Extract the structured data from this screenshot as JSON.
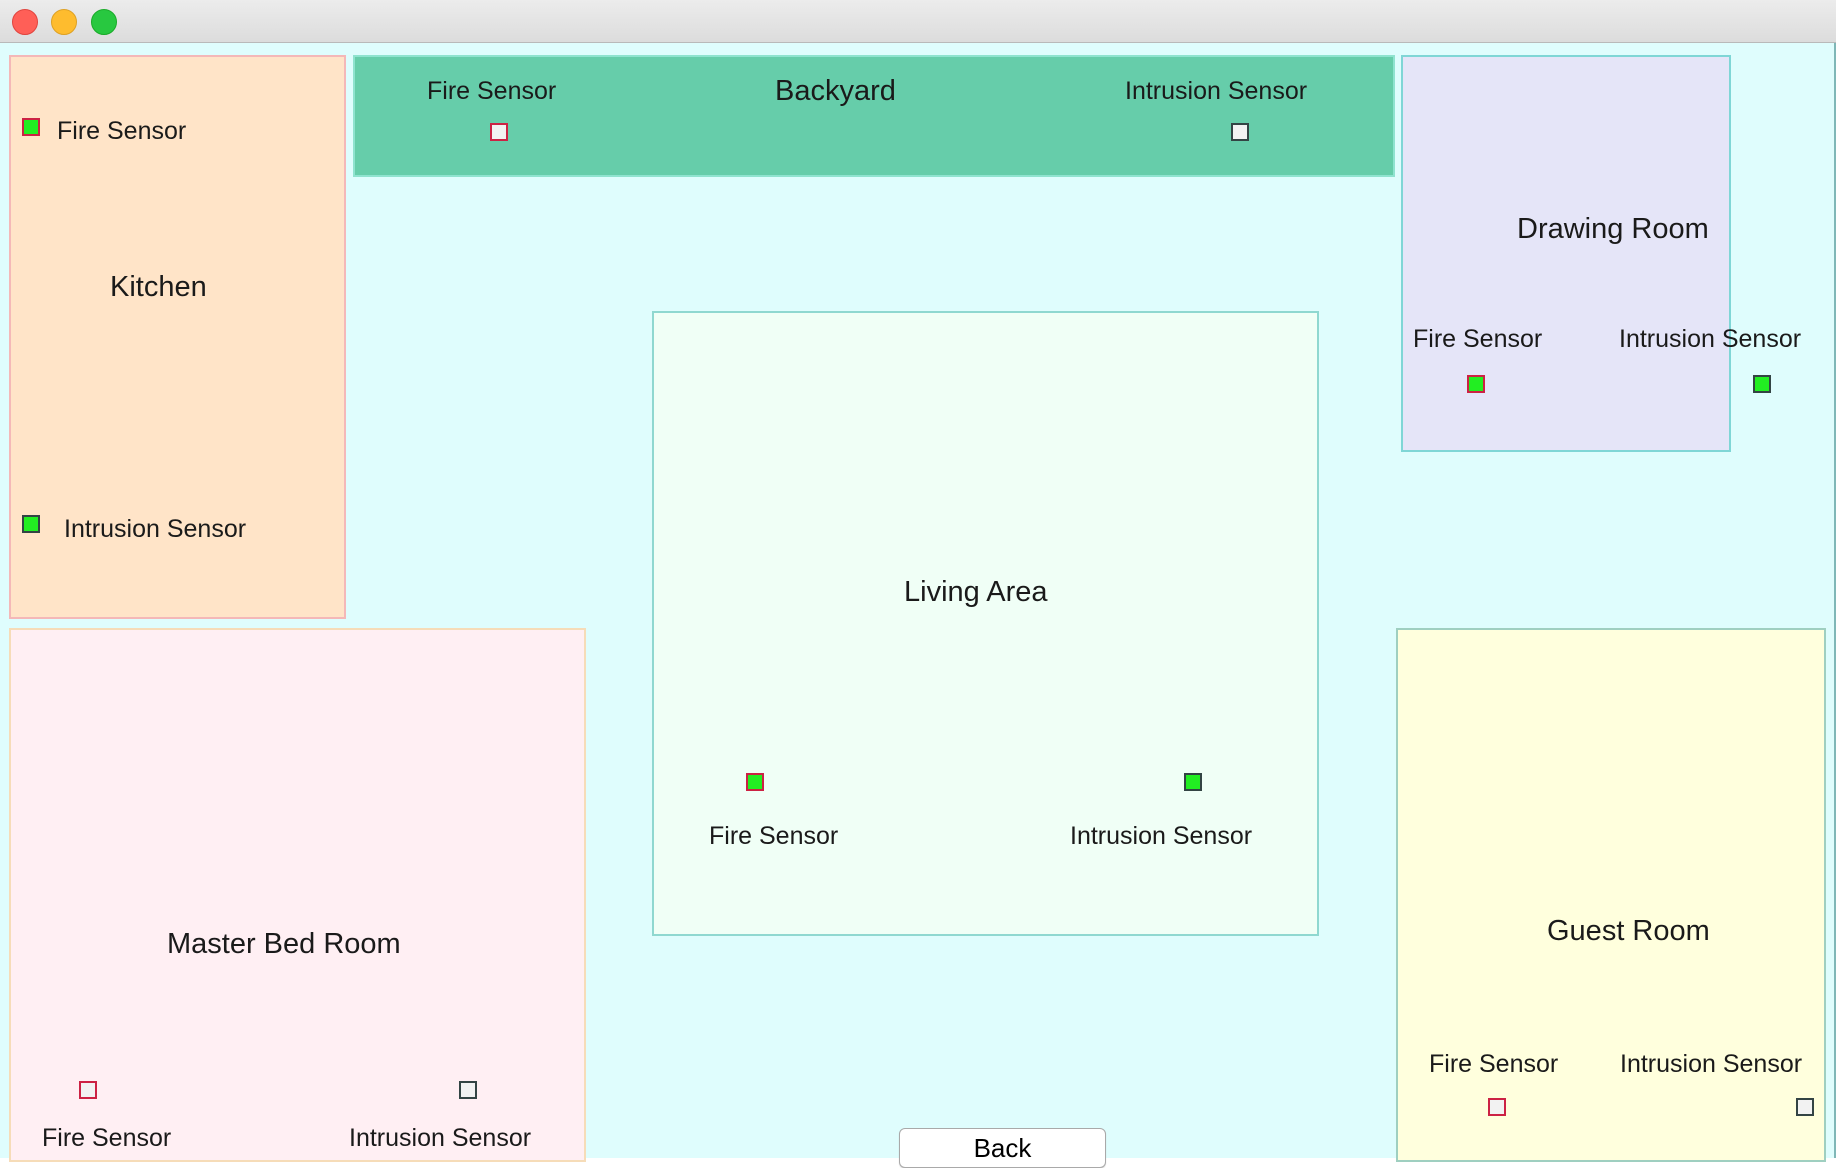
{
  "colors": {
    "floor": "#dffdfd",
    "sensor_active_fill": "#22ee22",
    "sensor_inactive_fill": "#f2f2f2",
    "fire_sensor_border": "#cc2244",
    "intrusion_sensor_border": "#334444"
  },
  "icons": {
    "window_close": "close-icon",
    "window_minimize": "minimize-icon",
    "window_zoom": "zoom-icon",
    "sensor_indicator": "square-icon"
  },
  "rooms": {
    "kitchen": {
      "name": "Kitchen",
      "color": "#ffe4c8",
      "fire": {
        "label": "Fire Sensor",
        "active": true
      },
      "intrusion": {
        "label": "Intrusion Sensor",
        "active": true
      }
    },
    "backyard": {
      "name": "Backyard",
      "color": "#66cdaa",
      "fire": {
        "label": "Fire Sensor",
        "active": false
      },
      "intrusion": {
        "label": "Intrusion Sensor",
        "active": false
      }
    },
    "drawing_room": {
      "name": "Drawing Room",
      "color": "#e5e5f8",
      "fire": {
        "label": "Fire Sensor",
        "active": true
      },
      "intrusion": {
        "label": "Intrusion Sensor",
        "active": true
      }
    },
    "living_area": {
      "name": "Living Area",
      "color": "#f0fff6",
      "fire": {
        "label": "Fire Sensor",
        "active": true
      },
      "intrusion": {
        "label": "Intrusion Sensor",
        "active": true
      }
    },
    "master_bed_room": {
      "name": "Master Bed Room",
      "color": "#ffeff3",
      "fire": {
        "label": "Fire Sensor",
        "active": false
      },
      "intrusion": {
        "label": "Intrusion Sensor",
        "active": false
      }
    },
    "guest_room": {
      "name": "Guest Room",
      "color": "#ffffdd",
      "fire": {
        "label": "Fire Sensor",
        "active": false
      },
      "intrusion": {
        "label": "Intrusion Sensor",
        "active": false
      }
    }
  },
  "back_button": {
    "label": "Back"
  }
}
